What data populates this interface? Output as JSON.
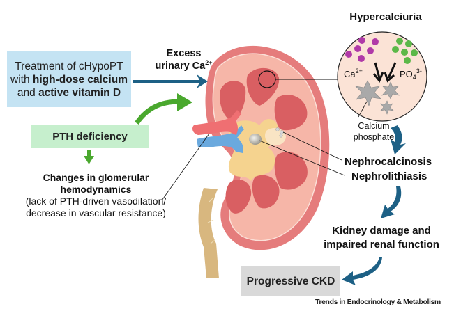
{
  "treatment_box": {
    "line1": "Treatment of cHypoPT",
    "line2_prefix": "with ",
    "line2_bold": "high-dose calcium",
    "line3_prefix": "and ",
    "line3_bold": "active vitamin D",
    "color": "#c4e3f3"
  },
  "excess_label": {
    "line1": "Excess",
    "line2": "urinary Ca",
    "line2_sup": "2+"
  },
  "pth_box": {
    "label": "PTH deficiency",
    "color": "#c6efcd"
  },
  "glomerular": {
    "bold_line1": "Changes in glomerular",
    "bold_line2": "hemodynamics",
    "line3": "(lack of PTH-driven vasodilation/",
    "line4": "decrease in vascular resistance)"
  },
  "hypercalciuria": {
    "title": "Hypercalciuria",
    "ca_label": "Ca",
    "ca_sup": "2+",
    "po_label": "PO",
    "po_sub": "4",
    "po_sup": "3-",
    "crystal_label_line1": "Calcium",
    "crystal_label_line2": "phosphate",
    "ca_color": "#b03aa8",
    "po_color": "#5cb848",
    "circle_fill": "#fbe3d6"
  },
  "outcomes": {
    "nephrocalcinosis": "Nephrocalcinosis",
    "nephrolithiasis": "Nephrolithiasis",
    "kidney_damage_line1": "Kidney damage and",
    "kidney_damage_line2": "impaired renal function"
  },
  "ckd_box": {
    "label": "Progressive CKD",
    "color": "#d9d9d9"
  },
  "credit": "Trends in Endocrinology & Metabolism",
  "colors": {
    "arrow_blue": "#1d6085",
    "arrow_green": "#4aa82e",
    "kidney_outer": "#e57c7c",
    "kidney_cortex": "#f6b6a8",
    "pyramid": "#d95f62",
    "pelvis": "#f5d38f",
    "artery": "#ef6f72",
    "vein": "#6aa9de",
    "ureter": "#d8b77f"
  }
}
